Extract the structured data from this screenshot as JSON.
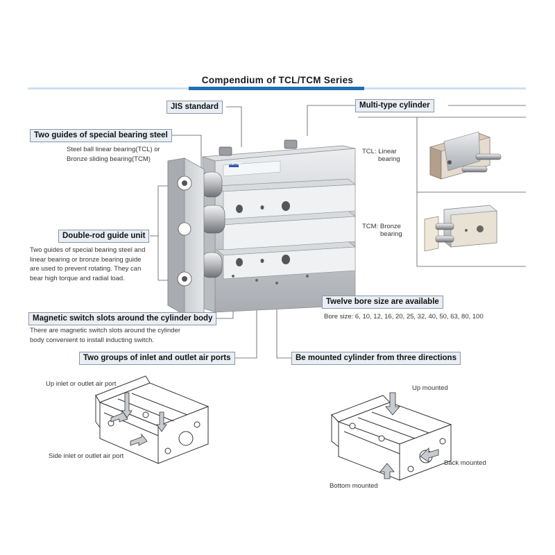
{
  "title": "Compendium of TCL/TCM Series",
  "labels": {
    "jis": "JIS standard",
    "multi": "Multi-type cylinder",
    "guides": "Two guides of special bearing steel",
    "guides_desc1": "Steel ball linear bearing(TCL) or",
    "guides_desc2": "Bronze sliding bearing(TCM)",
    "double": "Double-rod guide unit",
    "double_desc1": "Two guides of special bearing steel and",
    "double_desc2": "linear bearing or bronze bearing guide",
    "double_desc3": "are used to prevent rotating. They can",
    "double_desc4": "bear high torque and radial load.",
    "magnetic": "Magnetic switch slots around the cylinder body",
    "magnetic_desc1": "There are magnetic switch slots around the cylinder",
    "magnetic_desc2": "body convenient to install inducting switch.",
    "ports": "Two groups of inlet and outlet air ports",
    "mounted": "Be mounted cylinder from three directions",
    "bore": "Twelve bore size are available",
    "bore_desc": "Bore size: 6, 10, 12, 16, 20, 25, 32, 40, 50, 63, 80, 100"
  },
  "types": {
    "tcl_1": "TCL: Linear",
    "tcl_2": "bearing",
    "tcm_1": "TCM: Bronze",
    "tcm_2": "bearing"
  },
  "ports_diagram": {
    "up": "Up inlet or outlet air port",
    "side": "Side inlet or outlet air port"
  },
  "mount_diagram": {
    "up": "Up mounted",
    "back": "Back mounted",
    "bottom": "Bottom mounted"
  },
  "product_marking": {
    "brand": "AIRTAC"
  },
  "colors": {
    "accent": "#1f6fae",
    "label_bg": "#e8eef4",
    "metal": "#c9ccd0"
  }
}
